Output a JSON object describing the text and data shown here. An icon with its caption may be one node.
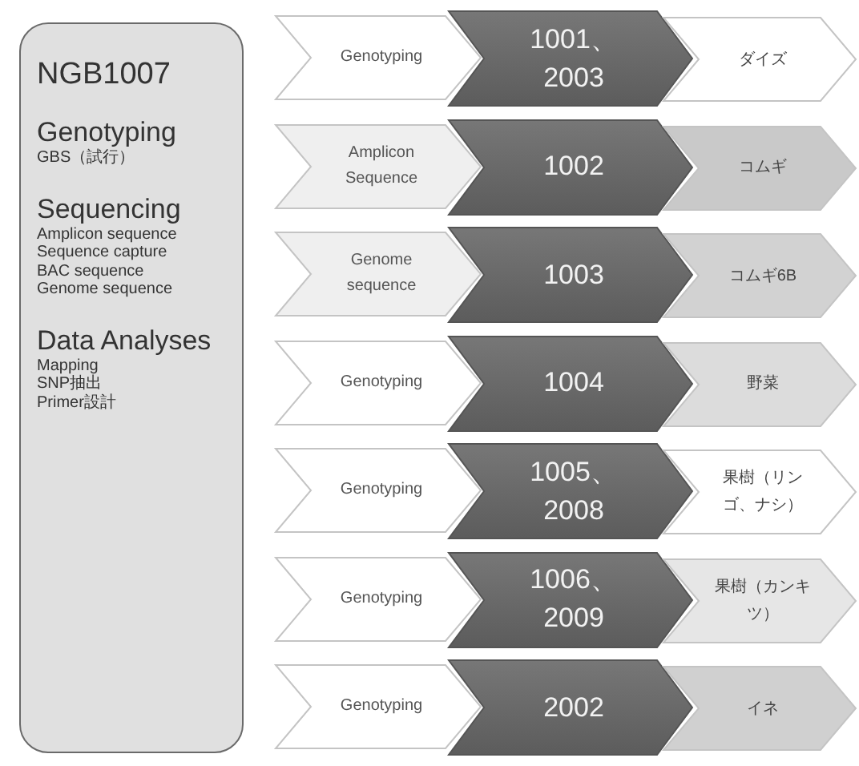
{
  "diagram": {
    "nodes": [
      {
        "text": [
          "NGB1007",
          "Genotyping",
          "GBS（試行）",
          "Sequencing",
          "Amplicon sequence",
          "Sequence capture",
          "BAC sequence",
          "Genome sequence",
          "Data Analyses",
          "Mapping",
          "SNP抽出",
          "Primer設計"
        ]
      },
      {
        "text": [
          "Genotyping"
        ]
      },
      {
        "text": [
          "1001、2003"
        ]
      },
      {
        "text": [
          "ダイズ"
        ]
      },
      {
        "text": [
          "Amplicon Sequence"
        ]
      },
      {
        "text": [
          "1002"
        ]
      },
      {
        "text": [
          "コムギ"
        ]
      },
      {
        "text": [
          "Genome sequence"
        ]
      },
      {
        "text": [
          "1003"
        ]
      },
      {
        "text": [
          "コムギ6B"
        ]
      },
      {
        "text": [
          "Genotyping"
        ]
      },
      {
        "text": [
          "1004"
        ]
      },
      {
        "text": [
          "野菜"
        ]
      },
      {
        "text": [
          "Genotyping"
        ]
      },
      {
        "text": [
          "1005、2008"
        ]
      },
      {
        "text": [
          "果樹（リンゴ、ナシ）"
        ]
      },
      {
        "text": [
          "Genotyping"
        ]
      },
      {
        "text": [
          "1006、2009"
        ]
      },
      {
        "text": [
          "果樹（カンキツ）"
        ]
      },
      {
        "text": [
          "Genotyping"
        ]
      },
      {
        "text": [
          "2002"
        ]
      },
      {
        "text": [
          "イネ"
        ]
      }
    ]
  }
}
